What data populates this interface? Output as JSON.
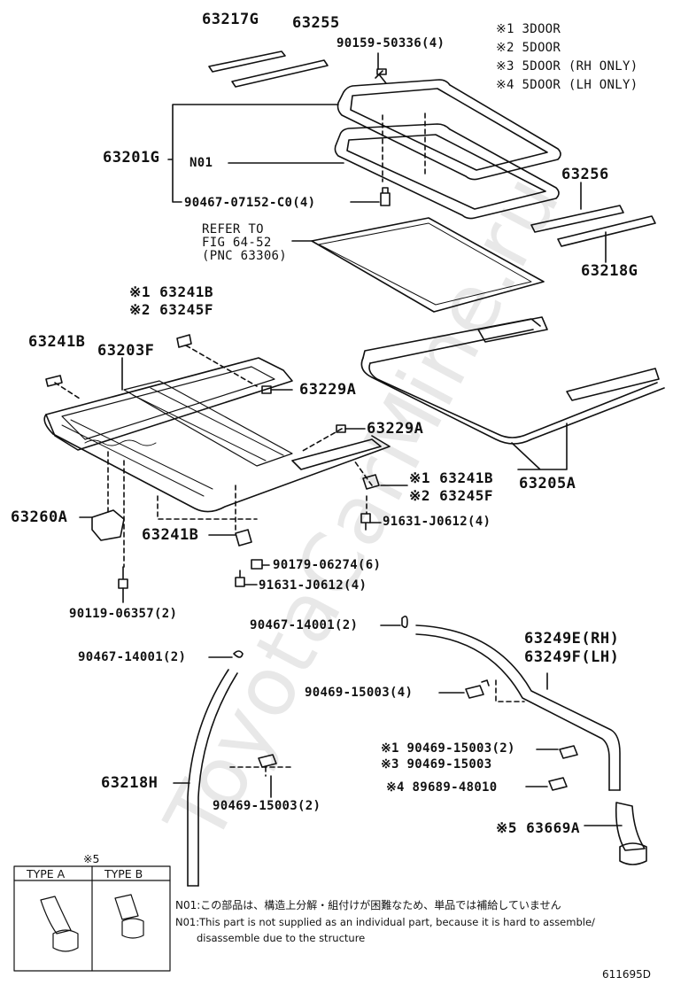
{
  "legend": {
    "m1": "※1 3DOOR",
    "m2": "※2 5DOOR",
    "m3": "※3 5DOOR (RH ONLY)",
    "m4": "※4 5DOOR (LH ONLY)"
  },
  "parts": {
    "p63217G": "63217G",
    "p63255": "63255",
    "p90159": "90159-50336(4)",
    "p63201G": "63201G",
    "pN01": "N01",
    "p90467_07152": "90467-07152-C0(4)",
    "pRefer1": "REFER TO",
    "pRefer2": "FIG 64-52",
    "pRefer3": "(PNC 63306)",
    "p63256": "63256",
    "p63218G": "63218G",
    "m1_63241B_text": "※1 63241B",
    "m2_63245F_text": "※2 63245F",
    "p63241B_a": "63241B",
    "p63203F": "63203F",
    "p63229A_a": "63229A",
    "p63229A_b": "63229A",
    "m1_63241B_b": "※1 63241B",
    "m2_63245F_b": "※2 63245F",
    "p63205A": "63205A",
    "p63260A": "63260A",
    "p91631_a": "91631-J0612(4)",
    "p63241B_b": "63241B",
    "p90179": "90179-06274(6)",
    "p91631_b": "91631-J0612(4)",
    "p90119": "90119-06357(2)",
    "p90467_14001_a": "90467-14001(2)",
    "p90467_14001_b": "90467-14001(2)",
    "p63249E": "63249E(RH)",
    "p63249F": "63249F(LH)",
    "p90469_4": "90469-15003(4)",
    "m1_90469_2": "※1 90469-15003(2)",
    "m3_90469": "※3 90469-15003",
    "m4_89689": "※4  89689-48010",
    "m5_63669A": "※5  63669A",
    "p63218H": "63218H",
    "p90469_2b": "90469-15003(2)"
  },
  "type_box": {
    "mark": "※5",
    "type_a": "TYPE A",
    "type_b": "TYPE B"
  },
  "notes": {
    "jp": "N01:この部品は、構造上分解・組付けが困難なため、単品では補給していません",
    "en1": "N01:This part is not supplied as an individual part,  because it is hard to assemble/",
    "en2": "disassemble due to the structure"
  },
  "figure_no": "611695D",
  "watermark": "ToyotaCarMine.ru"
}
